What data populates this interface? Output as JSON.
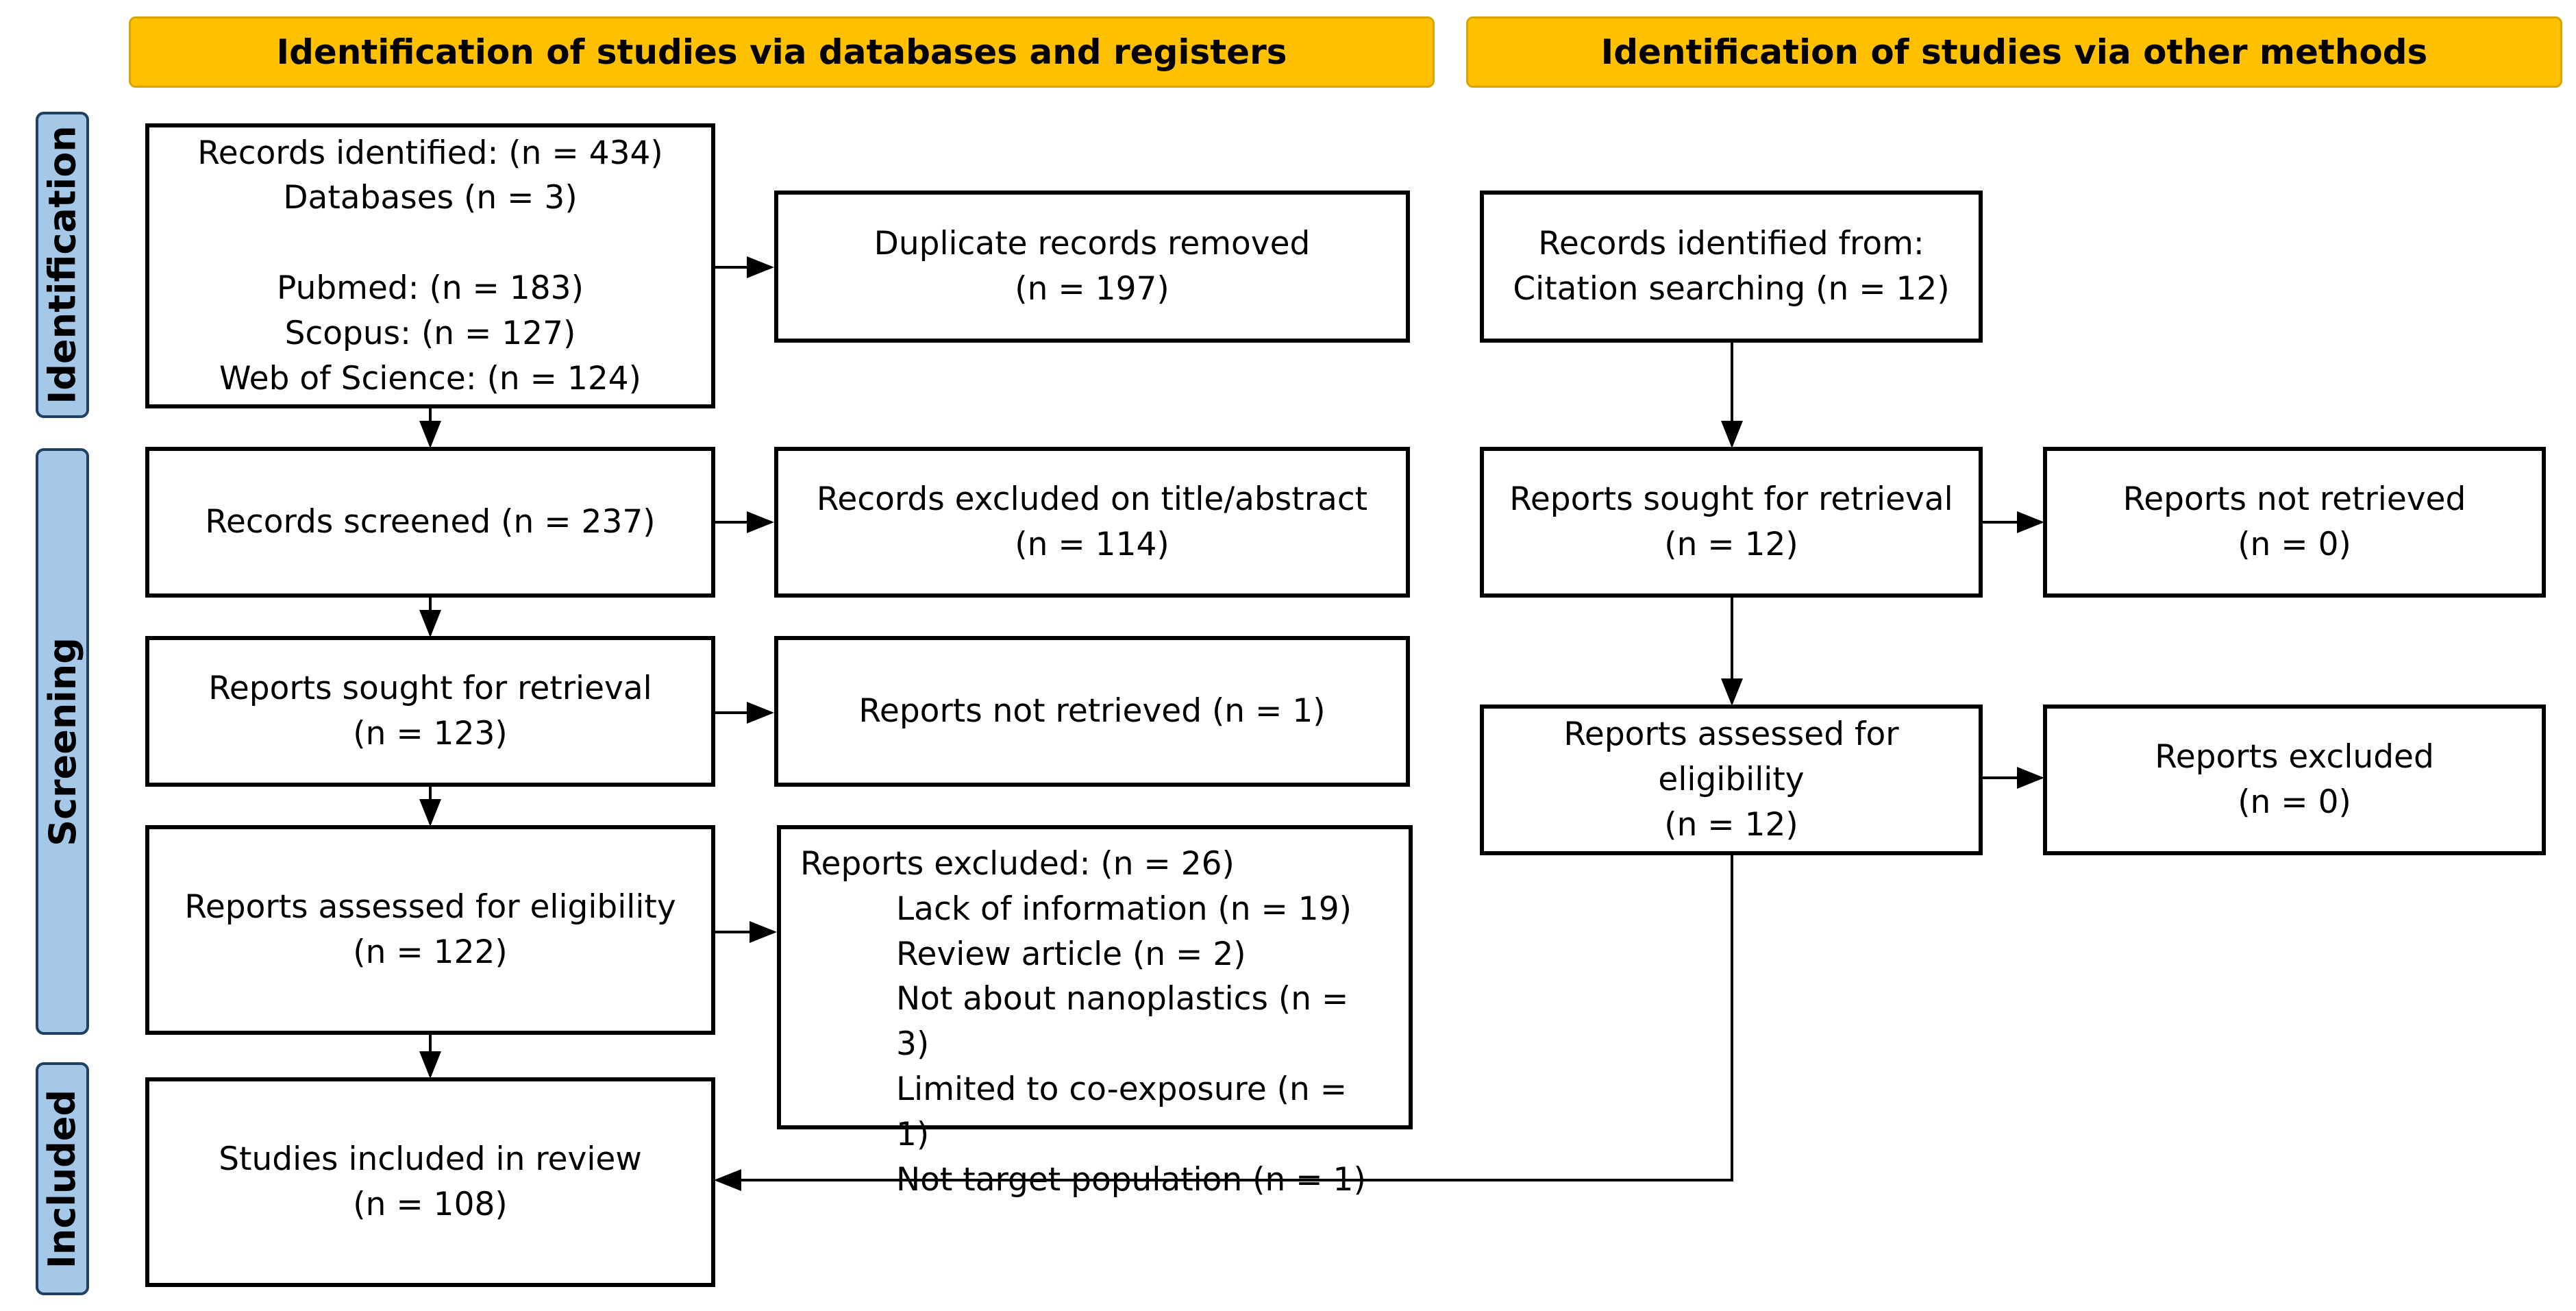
{
  "banners": {
    "databases": "Identification of studies via databases and registers",
    "other": "Identification of studies via other methods"
  },
  "stages": {
    "identification": "Identification",
    "screening": "Screening",
    "included": "Included"
  },
  "db": {
    "identified": {
      "line1": "Records identified: (n = 434)",
      "line2": "Databases (n = 3)",
      "line3": "Pubmed: (n = 183)",
      "line4": "Scopus: (n = 127)",
      "line5": "Web of Science: (n = 124)"
    },
    "duplicates": {
      "label": "Duplicate records removed",
      "n": "(n = 197)"
    },
    "screened": {
      "label": "Records screened (n = 237)"
    },
    "excluded_title": {
      "label": "Records excluded on title/abstract",
      "n": "(n = 114)"
    },
    "sought": {
      "label": "Reports sought for retrieval",
      "n": "(n = 123)"
    },
    "not_retrieved": {
      "label": "Reports not retrieved (n = 1)"
    },
    "assessed": {
      "label": "Reports assessed for eligibility",
      "n": "(n = 122)"
    },
    "excluded": {
      "title": "Reports excluded: (n = 26)",
      "reasons": [
        "Lack of information (n = 19)",
        "Review article (n = 2)",
        "Not about nanoplastics (n = 3)",
        "Limited to co-exposure (n = 1)",
        "Not target population (n = 1)"
      ]
    },
    "included": {
      "label": "Studies included in review",
      "n": "(n = 108)"
    }
  },
  "other": {
    "identified": {
      "line1": "Records identified from:",
      "line2": "Citation searching (n = 12)"
    },
    "sought": {
      "label": "Reports sought for retrieval",
      "n": "(n = 12)"
    },
    "not_retrieved": {
      "label": "Reports not retrieved",
      "n": "(n = 0)"
    },
    "assessed": {
      "line1": "Reports assessed for",
      "line2": "eligibility",
      "n": "(n = 12)"
    },
    "excluded": {
      "label": "Reports excluded",
      "n": "(n = 0)"
    }
  }
}
